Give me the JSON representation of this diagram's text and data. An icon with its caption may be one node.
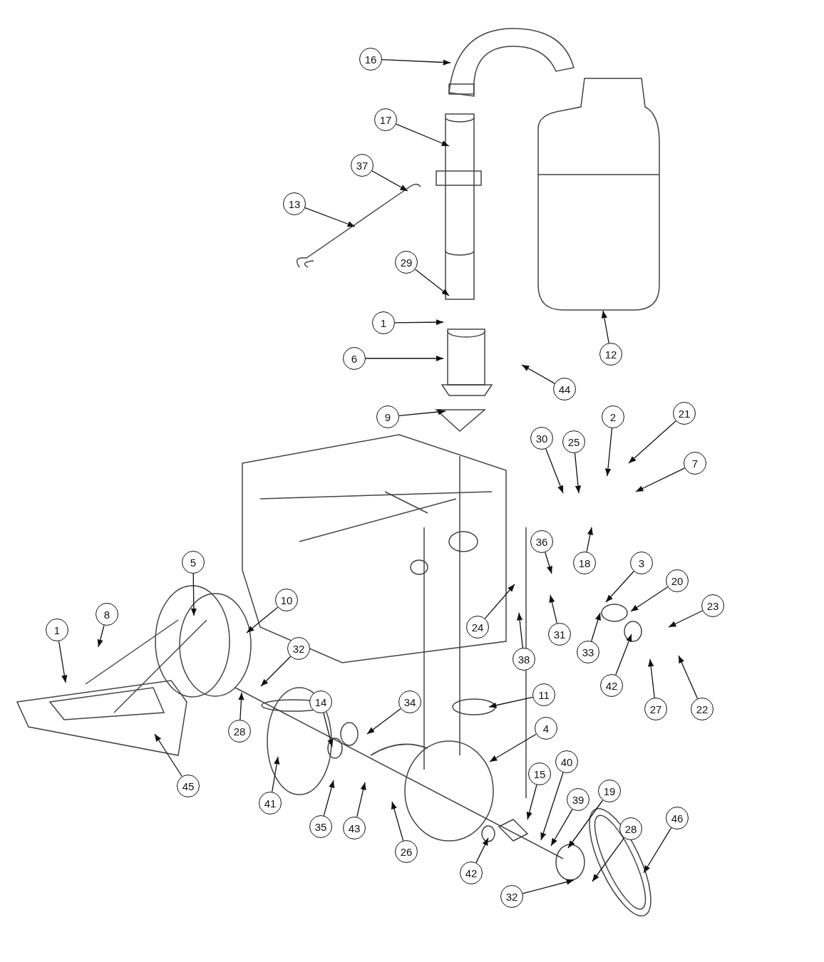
{
  "diagram": {
    "nodes": [
      {
        "text": [
          "16"
        ]
      },
      {
        "text": [
          "17"
        ]
      },
      {
        "text": [
          "37"
        ]
      },
      {
        "text": [
          "13"
        ]
      },
      {
        "text": [
          "29"
        ]
      },
      {
        "text": [
          "1"
        ]
      },
      {
        "text": [
          "12"
        ]
      },
      {
        "text": [
          "6"
        ]
      },
      {
        "text": [
          "44"
        ]
      },
      {
        "text": [
          "21"
        ]
      },
      {
        "text": [
          "9"
        ]
      },
      {
        "text": [
          "2"
        ]
      },
      {
        "text": [
          "30"
        ]
      },
      {
        "text": [
          "7"
        ]
      },
      {
        "text": [
          "25"
        ]
      },
      {
        "text": [
          "36"
        ]
      },
      {
        "text": [
          "5"
        ]
      },
      {
        "text": [
          "18"
        ]
      },
      {
        "text": [
          "3"
        ]
      },
      {
        "text": [
          "20"
        ]
      },
      {
        "text": [
          "10"
        ]
      },
      {
        "text": [
          "23"
        ]
      },
      {
        "text": [
          "8"
        ]
      },
      {
        "text": [
          "24"
        ]
      },
      {
        "text": [
          "31"
        ]
      },
      {
        "text": [
          "1"
        ]
      },
      {
        "text": [
          "33"
        ]
      },
      {
        "text": [
          "32"
        ]
      },
      {
        "text": [
          "38"
        ]
      },
      {
        "text": [
          "42"
        ]
      },
      {
        "text": [
          "27"
        ]
      },
      {
        "text": [
          "22"
        ]
      },
      {
        "text": [
          "34"
        ]
      },
      {
        "text": [
          "4"
        ]
      },
      {
        "text": [
          "28"
        ]
      },
      {
        "text": [
          "11"
        ]
      },
      {
        "text": [
          "14"
        ]
      },
      {
        "text": [
          "40"
        ]
      },
      {
        "text": [
          "15"
        ]
      },
      {
        "text": [
          "39"
        ]
      },
      {
        "text": [
          "45"
        ]
      },
      {
        "text": [
          "19"
        ]
      },
      {
        "text": [
          "41"
        ]
      },
      {
        "text": [
          "46"
        ]
      },
      {
        "text": [
          "35"
        ]
      },
      {
        "text": [
          "43"
        ]
      },
      {
        "text": [
          "28"
        ]
      },
      {
        "text": [
          "26"
        ]
      },
      {
        "text": [
          "42"
        ]
      },
      {
        "text": [
          "32"
        ]
      }
    ],
    "edges": [
      {
        "from": 0,
        "to": null,
        "arrow": "to"
      },
      {
        "from": 1,
        "to": null,
        "arrow": "to"
      },
      {
        "from": 2,
        "to": null,
        "arrow": "to"
      },
      {
        "from": 3,
        "to": null,
        "arrow": "to"
      },
      {
        "from": 4,
        "to": null,
        "arrow": "to"
      },
      {
        "from": 5,
        "to": null,
        "arrow": "to"
      },
      {
        "from": 6,
        "to": null,
        "arrow": "to"
      },
      {
        "from": 7,
        "to": null,
        "arrow": "to"
      },
      {
        "from": 8,
        "to": null,
        "arrow": "to"
      },
      {
        "from": 9,
        "to": null,
        "arrow": "to"
      },
      {
        "from": 10,
        "to": null,
        "arrow": "to"
      },
      {
        "from": 11,
        "to": null,
        "arrow": "to"
      },
      {
        "from": 12,
        "to": null,
        "arrow": "to"
      },
      {
        "from": 13,
        "to": null,
        "arrow": "to"
      },
      {
        "from": 14,
        "to": null,
        "arrow": "to"
      },
      {
        "from": 15,
        "to": null,
        "arrow": "to"
      },
      {
        "from": 16,
        "to": null,
        "arrow": "to"
      },
      {
        "from": 17,
        "to": null,
        "arrow": "to"
      },
      {
        "from": 18,
        "to": null,
        "arrow": "to"
      },
      {
        "from": 19,
        "to": null,
        "arrow": "to"
      },
      {
        "from": 20,
        "to": null,
        "arrow": "to"
      },
      {
        "from": 21,
        "to": null,
        "arrow": "to"
      },
      {
        "from": 22,
        "to": null,
        "arrow": "to"
      },
      {
        "from": 23,
        "to": null,
        "arrow": "to"
      },
      {
        "from": 24,
        "to": null,
        "arrow": "to"
      },
      {
        "from": 25,
        "to": null,
        "arrow": "to"
      },
      {
        "from": 26,
        "to": null,
        "arrow": "to"
      },
      {
        "from": 27,
        "to": null,
        "arrow": "to"
      },
      {
        "from": 28,
        "to": null,
        "arrow": "to"
      },
      {
        "from": 29,
        "to": null,
        "arrow": "to"
      },
      {
        "from": 30,
        "to": null,
        "arrow": "to"
      },
      {
        "from": 31,
        "to": null,
        "arrow": "to"
      },
      {
        "from": 32,
        "to": null,
        "arrow": "to"
      },
      {
        "from": 33,
        "to": null,
        "arrow": "to"
      },
      {
        "from": 34,
        "to": null,
        "arrow": "to"
      },
      {
        "from": 35,
        "to": null,
        "arrow": "to"
      },
      {
        "from": 36,
        "to": null,
        "arrow": "to"
      },
      {
        "from": 37,
        "to": null,
        "arrow": "to"
      },
      {
        "from": 38,
        "to": null,
        "arrow": "to"
      },
      {
        "from": 39,
        "to": null,
        "arrow": "to"
      },
      {
        "from": 40,
        "to": null,
        "arrow": "to"
      },
      {
        "from": 41,
        "to": null,
        "arrow": "to"
      },
      {
        "from": 42,
        "to": null,
        "arrow": "to"
      },
      {
        "from": 43,
        "to": null,
        "arrow": "to"
      },
      {
        "from": 44,
        "to": null,
        "arrow": "to"
      },
      {
        "from": 45,
        "to": null,
        "arrow": "to"
      },
      {
        "from": 46,
        "to": null,
        "arrow": "to"
      },
      {
        "from": 47,
        "to": null,
        "arrow": "to"
      },
      {
        "from": 48,
        "to": null,
        "arrow": "to"
      },
      {
        "from": 49,
        "to": null,
        "arrow": "to"
      }
    ]
  }
}
